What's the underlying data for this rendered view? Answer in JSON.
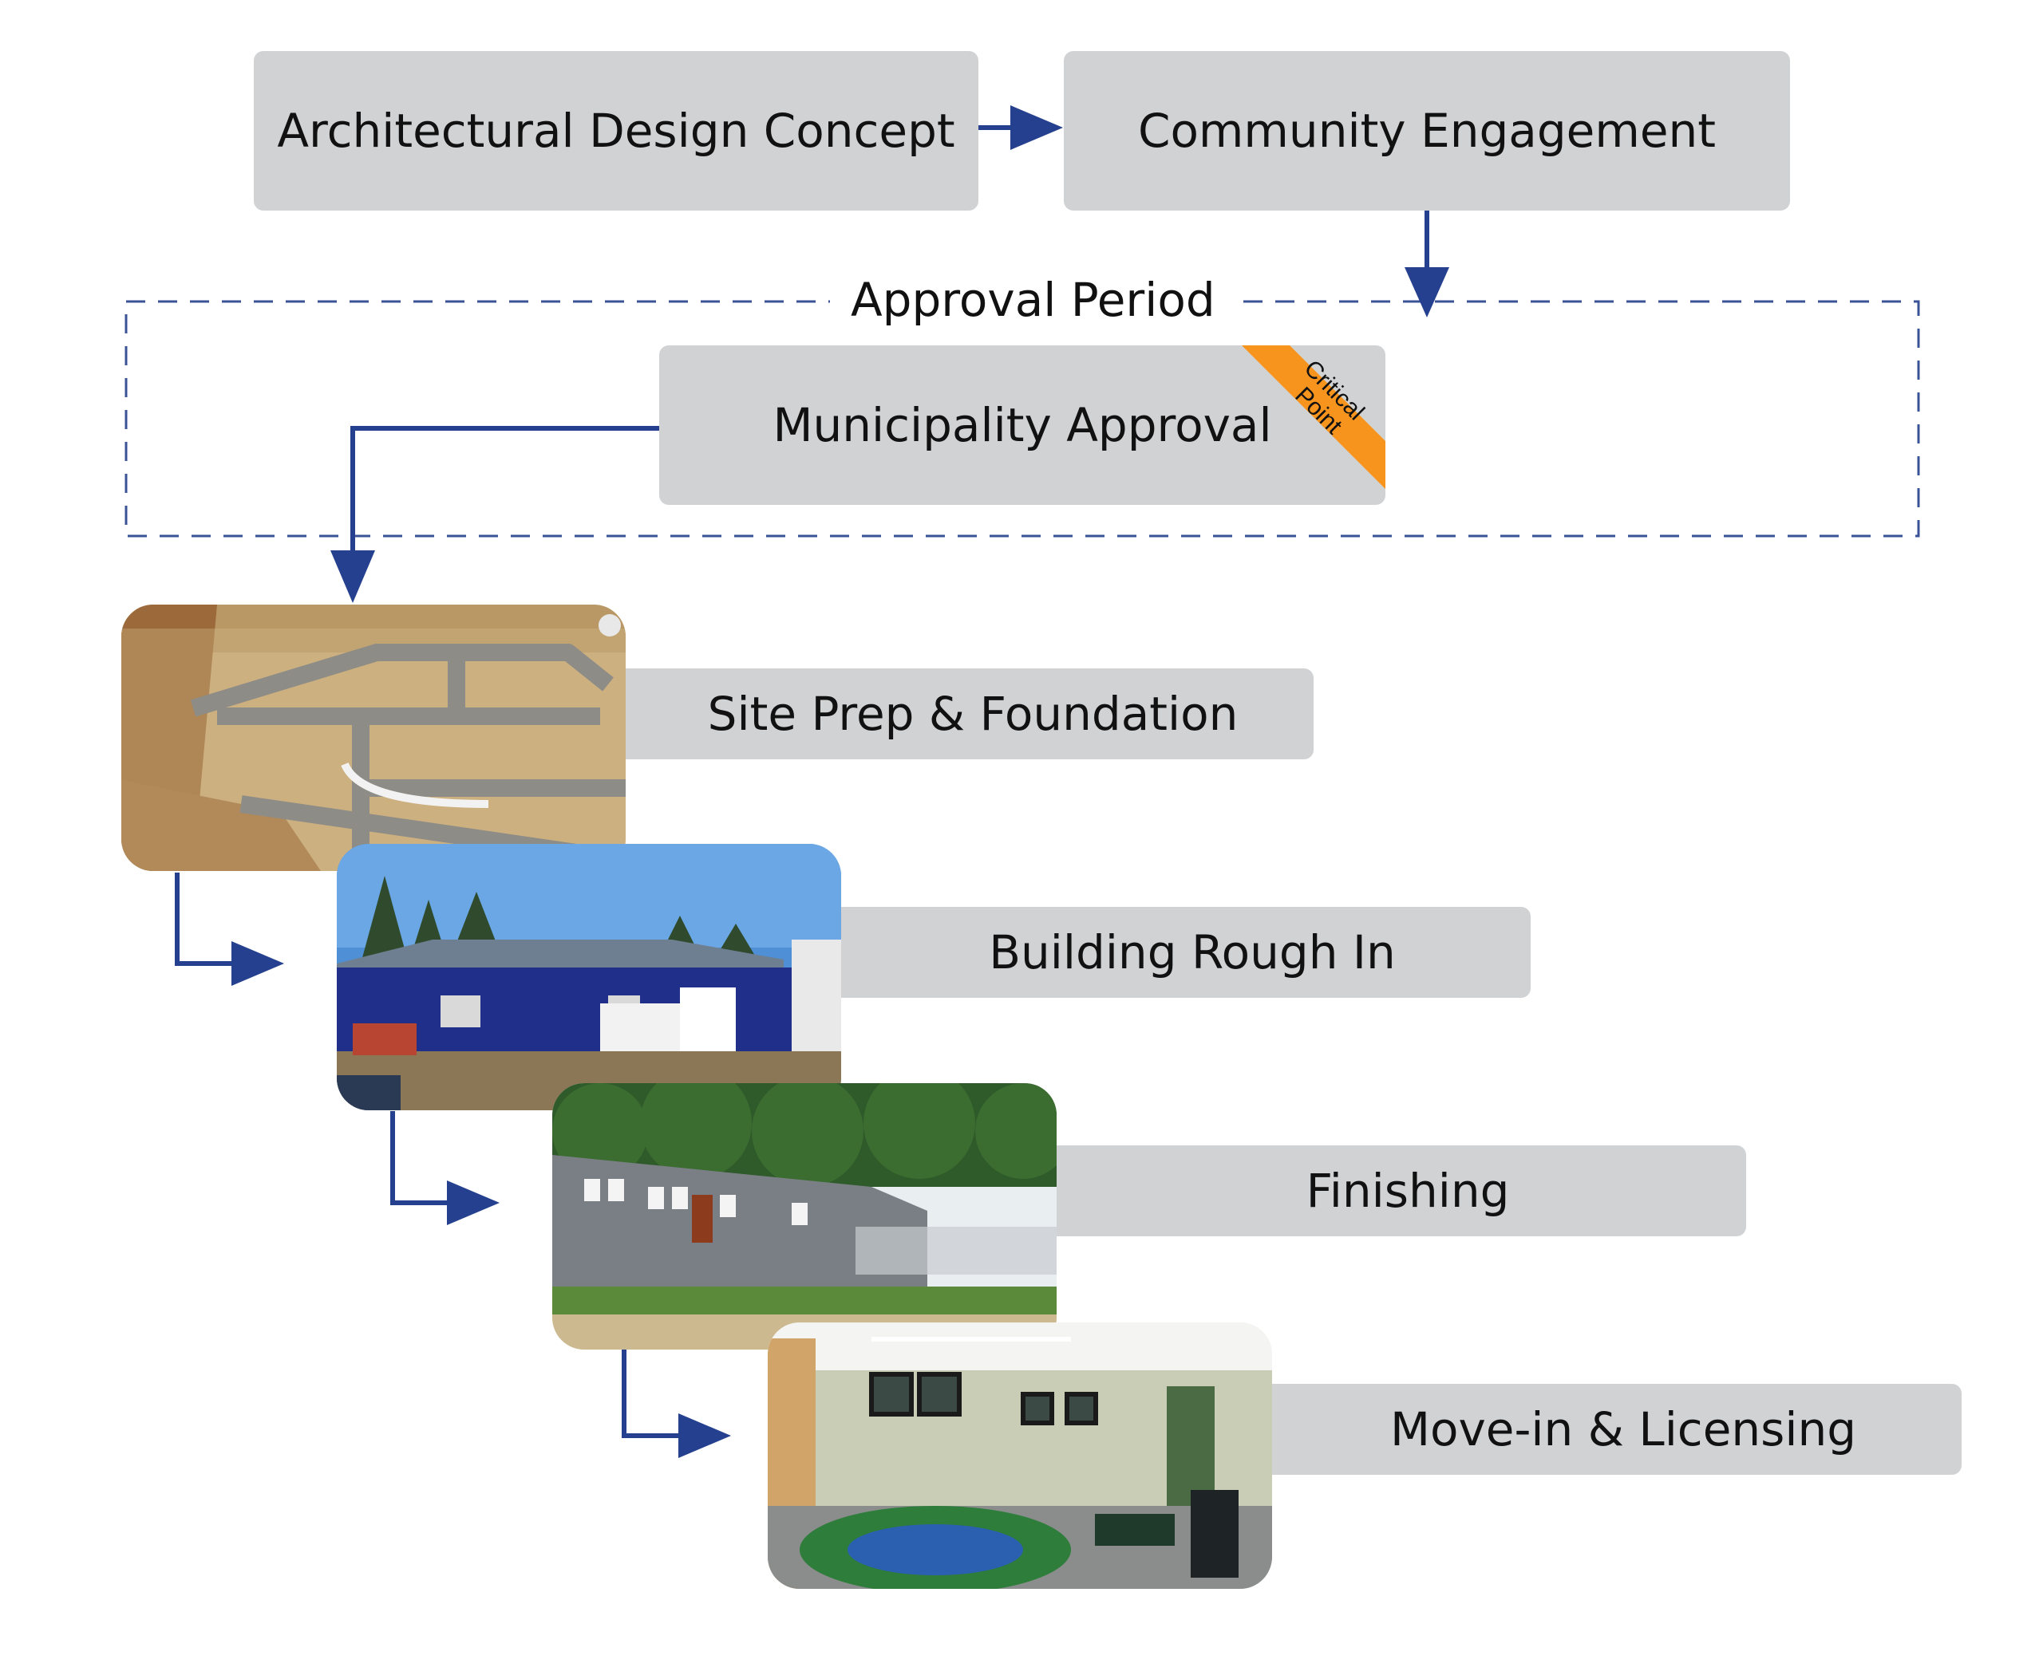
{
  "colors": {
    "box": "#d1d2d4",
    "arrow": "#24408e",
    "dash": "#3a5396",
    "badge": "#f7941d",
    "text": "#111111"
  },
  "steps": {
    "design": "Architectural Design Concept",
    "community": "Community Engagement",
    "approval_period": "Approval Period",
    "municipality": "Municipality Approval",
    "critical_1": "Critical",
    "critical_2": "Point",
    "site_prep": "Site Prep & Foundation",
    "rough_in": "Building Rough In",
    "finishing": "Finishing",
    "move_in": "Move-in & Licensing"
  },
  "icons": {
    "flow_arrow": "arrow-right-icon",
    "down_arrow": "arrow-down-icon"
  }
}
